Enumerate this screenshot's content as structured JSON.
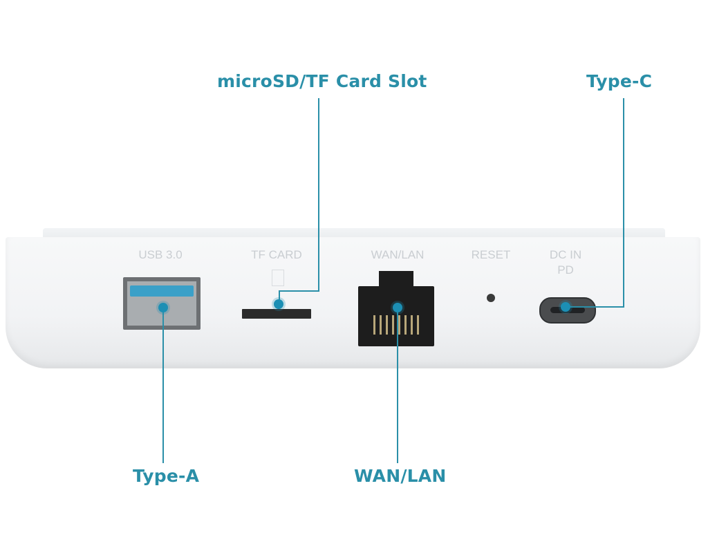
{
  "callouts": {
    "microsd": "microSD/TF Card Slot",
    "type_c": "Type-C",
    "type_a": "Type-A",
    "wan_lan": "WAN/LAN"
  },
  "port_labels": {
    "usb": "USB 3.0",
    "tf_card": "TF CARD",
    "wan_lan": "WAN/LAN",
    "reset": "RESET",
    "dc_in": "DC IN",
    "pd": "PD"
  },
  "colors": {
    "accent": "#2a8fa8",
    "usb_blue": "#3ba0c8"
  }
}
